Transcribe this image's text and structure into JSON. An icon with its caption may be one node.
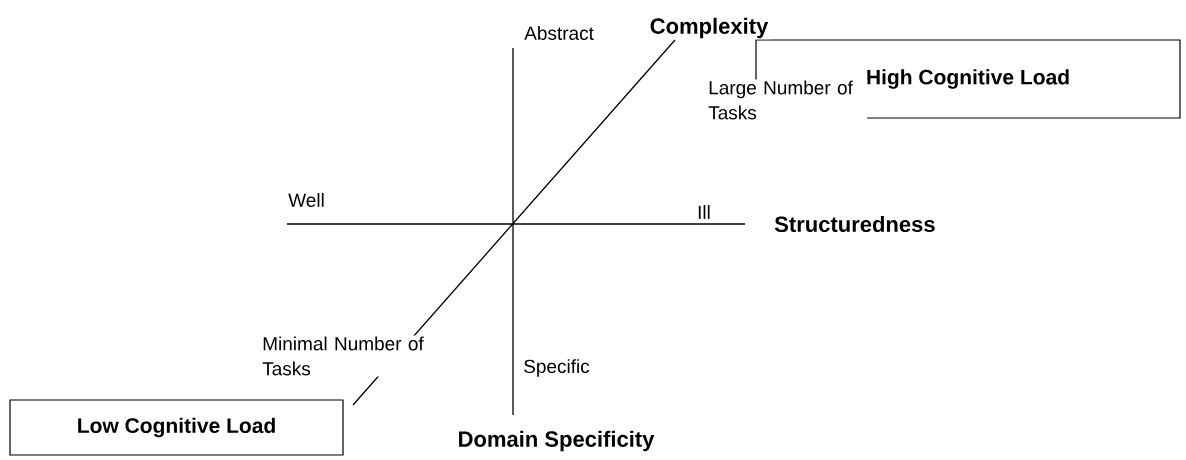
{
  "diagram": {
    "nodes": [
      {
        "text": [
          "High Cognitive Load"
        ]
      },
      {
        "text": [
          "Low Cognitive Load"
        ]
      }
    ],
    "labels": [
      "Complexity",
      "Abstract",
      "Large Number of Tasks",
      "Well",
      "Ill",
      "Structuredness",
      "Minimal Number of Tasks",
      "Specific",
      "Domain Specificity"
    ]
  }
}
